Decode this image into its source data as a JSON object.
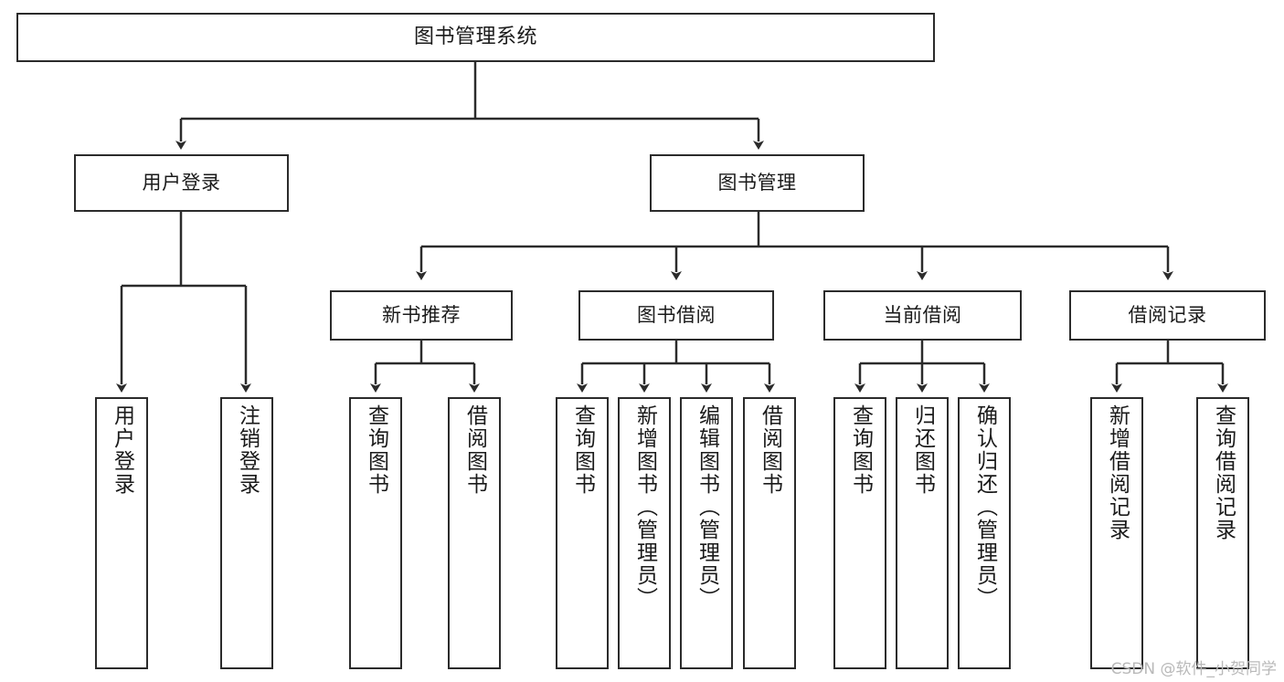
{
  "diagram": {
    "type": "tree-hierarchy",
    "title": "图书管理系统",
    "watermark": "CSDN @软件_小贺同学",
    "colors": {
      "border": "#2b2b2b",
      "background": "#ffffff",
      "text": "#1a1a1a",
      "watermark": "#b9b9b9"
    },
    "nodes": {
      "root": {
        "label": "图书管理系统"
      },
      "level2": [
        {
          "label": "用户登录"
        },
        {
          "label": "图书管理"
        }
      ],
      "level3": [
        {
          "label": "新书推荐"
        },
        {
          "label": "图书借阅"
        },
        {
          "label": "当前借阅"
        },
        {
          "label": "借阅记录"
        }
      ],
      "leaves_user_login": [
        {
          "label": "用户登录"
        },
        {
          "label": "注销登录"
        }
      ],
      "leaves_new_book": [
        {
          "label": "查询图书"
        },
        {
          "label": "借阅图书"
        }
      ],
      "leaves_borrow": [
        {
          "label": "查询图书"
        },
        {
          "label": "新增图书（管理员）"
        },
        {
          "label": "编辑图书（管理员）"
        },
        {
          "label": "借阅图书"
        }
      ],
      "leaves_current": [
        {
          "label": "查询图书"
        },
        {
          "label": "归还图书"
        },
        {
          "label": "确认归还（管理员）"
        }
      ],
      "leaves_records": [
        {
          "label": "新增借阅记录"
        },
        {
          "label": "查询借阅记录"
        }
      ]
    }
  }
}
